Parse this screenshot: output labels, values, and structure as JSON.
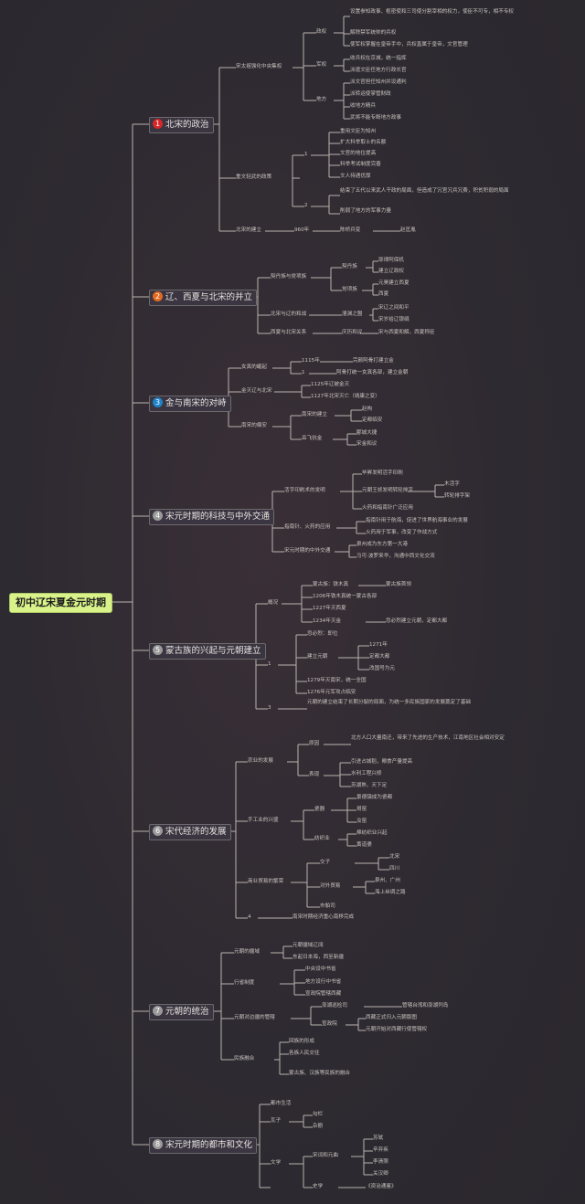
{
  "root": "初中辽宋夏金元时期",
  "colors": {
    "num_red": "#d8262b",
    "num_orange": "#e06a1f",
    "num_blue": "#1f83c9",
    "num_gray": "#9a9a9a",
    "root_bg": "#d9f38a"
  },
  "topics": [
    {
      "num": "1",
      "label": "北宋的政治"
    },
    {
      "num": "2",
      "label": "辽、西夏与北宋的并立"
    },
    {
      "num": "3",
      "label": "金与南宋的对峙"
    },
    {
      "num": "4",
      "label": "宋元时期的科技与中外交通"
    },
    {
      "num": "5",
      "label": "蒙古族的兴起与元朝建立"
    },
    {
      "num": "6",
      "label": "宋代经济的发展"
    },
    {
      "num": "7",
      "label": "元朝的统治"
    },
    {
      "num": "8",
      "label": "宋元时期的都市和文化"
    }
  ],
  "nodes": {
    "t1": {
      "a": "宋太祖强化中央集权",
      "a1": "政权",
      "a1_1": "设置参知政事、枢密使和三司使分割宰相的权力，使臣不可专，相不专权",
      "a1_2": "解除禁军统帅的兵权",
      "a1_3": "使军权掌握在皇帝手中，兵权直属于皇帝，文官管理",
      "a2": "军权",
      "a2_1": "收兵权在京城，统一指挥",
      "a2_2": "派遣文臣任地方行政长官",
      "a3": "地方",
      "a3_1": "派文官担任知州并设通判",
      "a3_2": "派转运使掌管财政",
      "a3_3": "收地方精兵",
      "a3_4": "武将不能专断地方政事",
      "b": "重文轻武的政策",
      "b1": "1",
      "b1_1": "重用文臣为知州",
      "b1_2": "扩大科举取士的名额",
      "b1_3": "文官的地位提高",
      "b1_4": "科举考试制度完善",
      "b1_5": "文人待遇优厚",
      "b2": "2",
      "b2_1": "结束了五代以来武人干政的局面，但造成了冗官冗兵冗费，积贫积弱的局面",
      "b2_2": "削弱了地方的军事力量",
      "c": "北宋的建立",
      "c1": "960年",
      "c2": "陈桥兵变",
      "c3": "赵匡胤"
    },
    "t2": {
      "a": "契丹族与党项族",
      "a1": "契丹族",
      "a1_1": "耶律阿保机",
      "a1_2": "建立辽政权",
      "a2": "党项族",
      "a2_1": "元昊建立西夏",
      "a2_2": "西夏",
      "b": "北宋与辽的和战",
      "b1": "澶渊之盟",
      "b1_1": "宋辽之间和平",
      "b1_2": "宋岁给辽银绢",
      "c": "西夏与北宋关系",
      "c1": "庆历和议",
      "c2": "宋与西夏和解，西夏称臣"
    },
    "t3": {
      "a": "女真的崛起",
      "a1": "1115年",
      "a2": "完颜阿骨打建立金",
      "a3": "1",
      "a4": "阿骨打统一女真各部，建立金朝",
      "b": "金灭辽与北宋",
      "b1": "1125年辽被金灭",
      "b2": "1127年北宋灭亡（靖康之变）",
      "c": "南宋的偏安",
      "c1": "南宋的建立",
      "c1_1": "赵构",
      "c1_2": "定都临安",
      "c2": "岳飞抗金",
      "c2_1": "郾城大捷",
      "c2_2": "宋金和议"
    },
    "t4": {
      "a": "活字印刷术的发明",
      "a1": "毕昇发明活字印刷",
      "a2": "元朝王祯发明转轮排字",
      "a2_1": "木活字",
      "a2_2": "转轮排字架",
      "a3": "火药和指南针广泛应用",
      "b": "指南针、火药的应用",
      "b1": "指南针用于航海，促进了世界航海事业的发展",
      "b2": "火药用于军事，改变了作战方式",
      "c": "宋元时期的中外交通",
      "c1": "泉州成为东方第一大港",
      "c2": "马可·波罗来华，沟通中西文化交流"
    },
    "t5": {
      "a": "概况",
      "a1": "蒙古族：铁木真",
      "a1_1": "蒙古族首领",
      "a2": "1206年铁木真统一蒙古各部",
      "a3": "1227年灭西夏",
      "a4": "1234年灭金",
      "a4_1": "忽必烈建立元朝，定都大都",
      "b": "1",
      "b1": "忽必烈：即位",
      "b2": "建立元朝",
      "b2_1": "1271年",
      "b2_2": "定都大都",
      "b2_3": "改国号为元",
      "b3": "1279年灭南宋，统一全国",
      "b4": "1276年元军攻占临安",
      "c": "3",
      "c1": "元朝的建立结束了长期分裂的局面，为统一多民族国家的发展奠定了基础"
    },
    "t6": {
      "a": "农业的发展",
      "a1": "原因",
      "a1_1": "北方人口大量南迁，带来了先进的生产技术，江南地区社会相对安定",
      "a2": "表现",
      "a2_1": "引进占城稻，粮食产量提高",
      "a2_2": "水利工程兴修",
      "a2_3": "苏湖熟，天下足",
      "b": "手工业的兴盛",
      "b1": "瓷器",
      "b1_1": "景德镇成为瓷都",
      "b1_2": "哥窑",
      "b1_3": "汝窑",
      "b2": "纺织业",
      "b2_1": "棉纺织业兴起",
      "b2_2": "黄道婆",
      "c": "商业贸易的繁荣",
      "c1": "交子",
      "c1_1": "北宋",
      "c1_2": "四川",
      "c2": "对外贸易",
      "c2_1": "泉州、广州",
      "c2_2": "海上丝绸之路",
      "c3": "市舶司",
      "d": "4",
      "d1": "南宋时期经济重心南移完成"
    },
    "t7": {
      "a": "元朝的疆域",
      "a1": "元朝疆域辽阔",
      "a2": "东起日本海，西至新疆",
      "b": "行省制度",
      "b1": "中央设中书省",
      "b2": "地方设行中书省",
      "b3": "宣政院管辖西藏",
      "c": "元朝对边疆的管辖",
      "c1": "澎湖巡检司",
      "c1_1": "管辖台湾和澎湖列岛",
      "c2": "宣政院",
      "c2_1": "西藏正式归入元朝版图",
      "c2_2": "元朝开始对西藏行使管辖权",
      "d": "民族融合",
      "d1": "回族的形成",
      "d2": "各族人民交往",
      "d3": "蒙古族、汉族等民族的融合"
    },
    "t8": {
      "a": "都市生活",
      "b": "瓦子",
      "b1": "勾栏",
      "b2": "杂剧",
      "c": "文学",
      "c1": "宋词和元曲",
      "c1_1": "苏轼",
      "c1_2": "辛弃疾",
      "c1_3": "李清照",
      "c1_4": "关汉卿",
      "d": "史学",
      "d1": "《资治通鉴》"
    }
  }
}
